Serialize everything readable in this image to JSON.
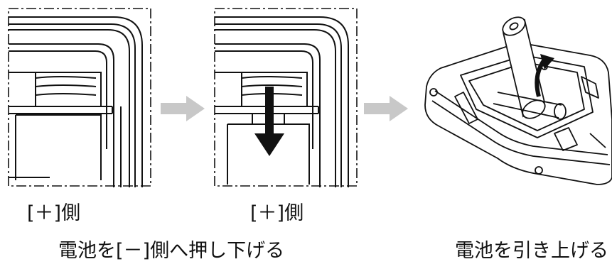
{
  "steps": [
    {
      "side_label": "[＋]側"
    },
    {
      "side_label": "[＋]側"
    }
  ],
  "captions": {
    "left": "電池を[－]側へ押し下げる",
    "right": "電池を引き上げる"
  },
  "colors": {
    "flow_arrow": "#c8c8c8",
    "line": "#111111",
    "dashed_frame": "#111111"
  }
}
